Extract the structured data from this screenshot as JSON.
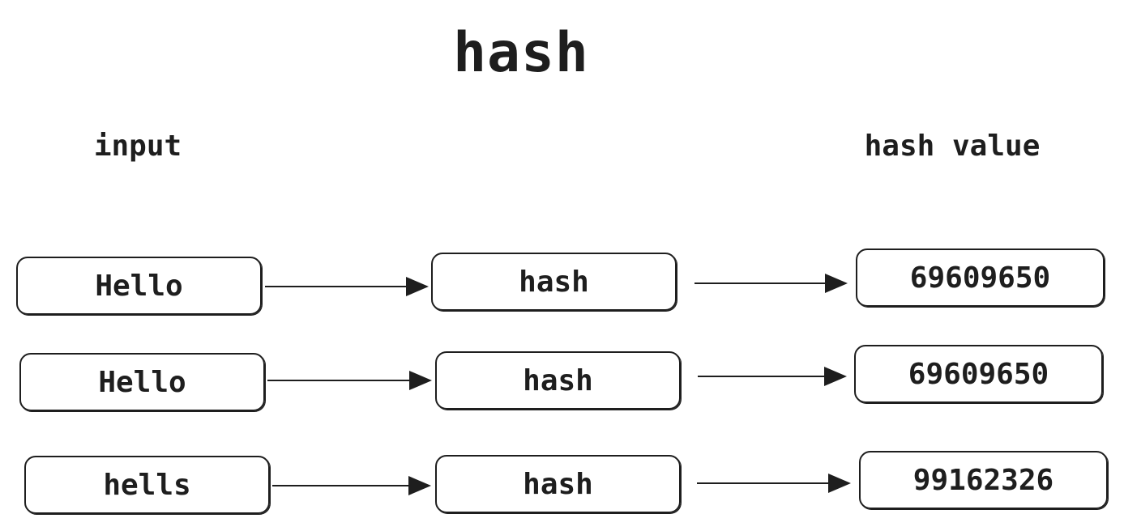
{
  "title": "hash",
  "headers": {
    "input": "input",
    "output": "hash value"
  },
  "rows": [
    {
      "input": "Hello",
      "function": "hash",
      "output": "69609650"
    },
    {
      "input": "Hello",
      "function": "hash",
      "output": "69609650"
    },
    {
      "input": "hells",
      "function": "hash",
      "output": "99162326"
    }
  ],
  "colors": {
    "stroke": "#1e1e1e",
    "background": "#ffffff"
  }
}
